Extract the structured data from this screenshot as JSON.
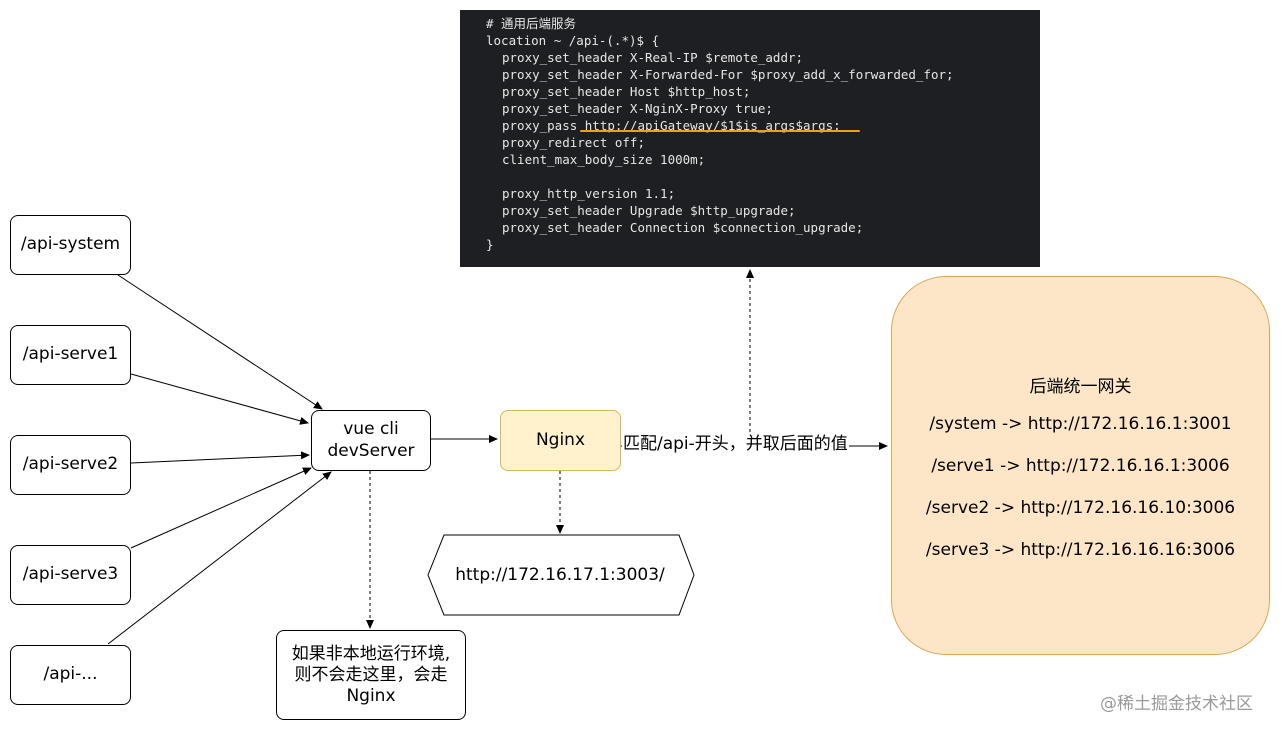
{
  "code": {
    "comment": "# 通用后端服务",
    "lines": [
      "location ~ /api-(.*)$ {",
      "proxy_set_header X-Real-IP $remote_addr;",
      "proxy_set_header X-Forwarded-For $proxy_add_x_forwarded_for;",
      "proxy_set_header Host $http_host;",
      "proxy_set_header X-NginX-Proxy true;",
      "proxy_pass http://apiGateway/$1$is_args$args;",
      "proxy_redirect off;",
      "client_max_body_size 1000m;",
      "",
      "proxy_http_version 1.1;",
      "proxy_set_header Upgrade $http_upgrade;",
      "proxy_set_header Connection $connection_upgrade;",
      "}"
    ]
  },
  "routes": [
    "/api-system",
    "/api-serve1",
    "/api-serve2",
    "/api-serve3",
    "/api-..."
  ],
  "devserver": {
    "line1": "vue cli",
    "line2": "devServer"
  },
  "nginx": {
    "label": "Nginx"
  },
  "local_target": {
    "url": "http://172.16.17.1:3003/"
  },
  "note": {
    "line1": "如果非本地运行环境,",
    "line2": "则不会走这里，会走",
    "line3": "Nginx"
  },
  "edge_label": "匹配/api-开头，并取后面的值",
  "gateway": {
    "title": "后端统一网关",
    "rules": [
      "/system -> http://172.16.16.1:3001",
      "/serve1 -> http://172.16.16.1:3006",
      "/serve2 -> http://172.16.16.10:3006",
      "/serve3 -> http://172.16.16.16:3006"
    ]
  },
  "colors": {
    "nginx_fill": "#fff2cc",
    "nginx_border": "#d6b656",
    "gateway_fill": "#fde6c8",
    "code_bg": "#1e1f22",
    "underline": "#e8a317"
  },
  "watermark": "@稀土掘金技术社区"
}
